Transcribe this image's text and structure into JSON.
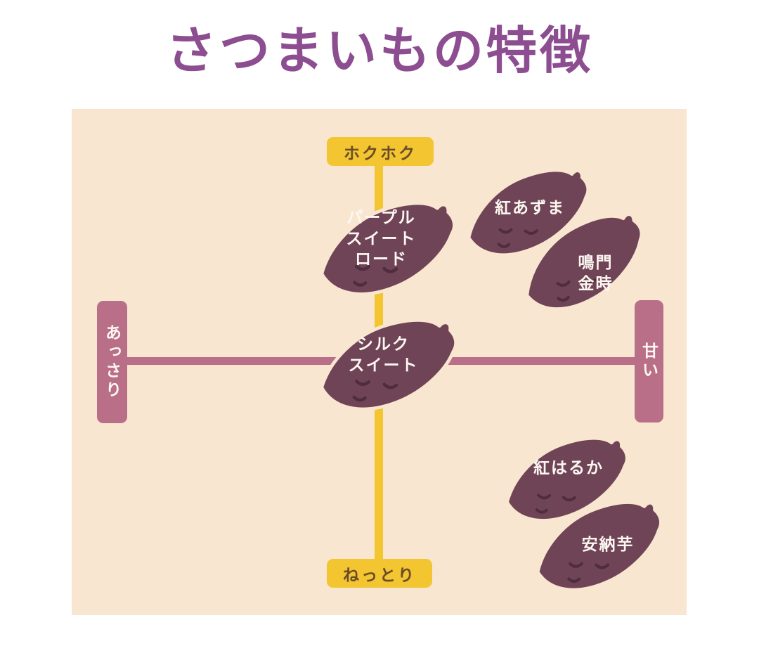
{
  "title": "さつまいもの特徴",
  "colors": {
    "title_text": "#8d4e91",
    "panel_background": "#f8e6d1",
    "axis_yellow": "#f2c531",
    "axis_yellow_text": "#6b4c28",
    "axis_mauve": "#b96f87",
    "potato_body": "#6f4456",
    "potato_marks": "#4f2d3e",
    "potato_label_text": "#fdf7f2"
  },
  "axes": {
    "top": {
      "label": "ホクホク"
    },
    "bottom": {
      "label": "ねっとり"
    },
    "left": {
      "label": "あっさり"
    },
    "right": {
      "label": "甘い"
    }
  },
  "potatoes": [
    {
      "id": "purple-sweet-road",
      "label": "パープル\nスイート\nロード",
      "position": "ホクホク寄り・中央"
    },
    {
      "id": "beni-azuma",
      "label": "紅あずま",
      "position": "ホクホク・やや甘い"
    },
    {
      "id": "naruto-kintoki",
      "label": "鳴門\n金時",
      "position": "ホクホク・甘い"
    },
    {
      "id": "silk-sweet",
      "label": "シルク\nスイート",
      "position": "中央（交点）"
    },
    {
      "id": "beni-haruka",
      "label": "紅はるか",
      "position": "ねっとり・甘い"
    },
    {
      "id": "annou-imo",
      "label": "安納芋",
      "position": "ねっとり・甘い"
    }
  ]
}
